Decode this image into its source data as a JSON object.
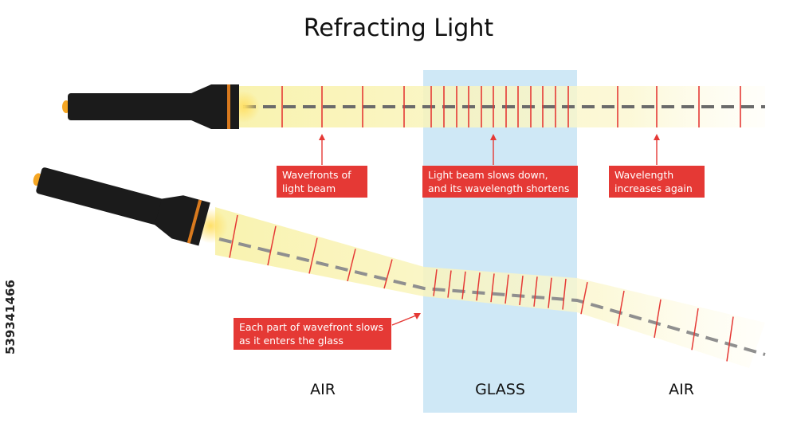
{
  "title": "Refracting Light",
  "labels": {
    "wavefronts": [
      "Wavefronts of",
      "light beam"
    ],
    "slows": [
      "Light beam slows down,",
      "and its wavelength shortens"
    ],
    "increases": [
      "Wavelength",
      "increases again"
    ],
    "each_part": [
      "Each part of wavefront slows",
      "as it enters the glass"
    ]
  },
  "regions": {
    "air_left": "AIR",
    "glass": "GLASS",
    "air_right": "AIR"
  },
  "watermark": "539341466",
  "colors": {
    "glass": "#cfe8f6",
    "beam": "#fbf7c6",
    "wavefront": "#e53935",
    "label_bg": "#e53935",
    "dashed_axis": "#6b6b6b",
    "flashlight_body": "#1b1b1b",
    "flashlight_band": "#d97a1e",
    "bulb": "#f5a623"
  }
}
